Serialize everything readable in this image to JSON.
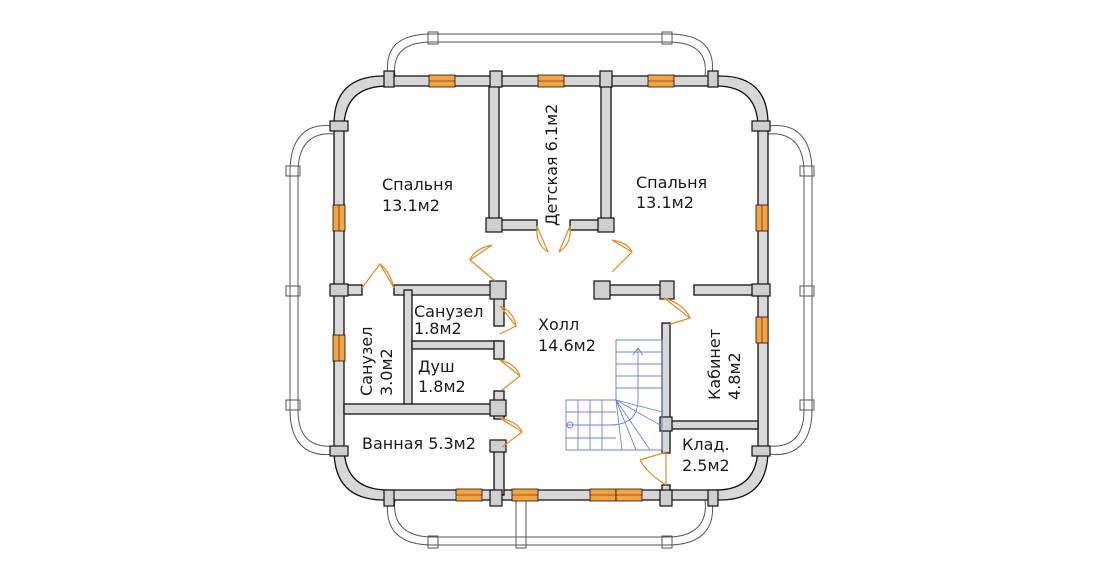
{
  "colors": {
    "wall": "#d7d7d7",
    "outline": "#111111",
    "window": "#f4a340",
    "door_swing": "#e08a24",
    "stairs": "#6f83d8",
    "balcony": "#555555"
  },
  "rooms": {
    "bedroom_left": {
      "name": "Спальня",
      "area": "13.1м2"
    },
    "kids_room": {
      "name": "Детская 6.1м2"
    },
    "bedroom_right": {
      "name": "Спальня",
      "area": "13.1м2"
    },
    "bathroom_wc": {
      "name": "Санузел",
      "area": "1.8м2"
    },
    "shower": {
      "name": "Душ",
      "area": "1.8м2"
    },
    "bathroom_large": {
      "name": "Санузел",
      "area": "3.0м2"
    },
    "hall": {
      "name": "Холл",
      "area": "14.6м2"
    },
    "bath": {
      "name": "Ванная 5.3м2"
    },
    "study": {
      "name": "Кабинет",
      "area": "4.8м2"
    },
    "storage": {
      "name": "Клад.",
      "area": "2.5м2"
    }
  }
}
